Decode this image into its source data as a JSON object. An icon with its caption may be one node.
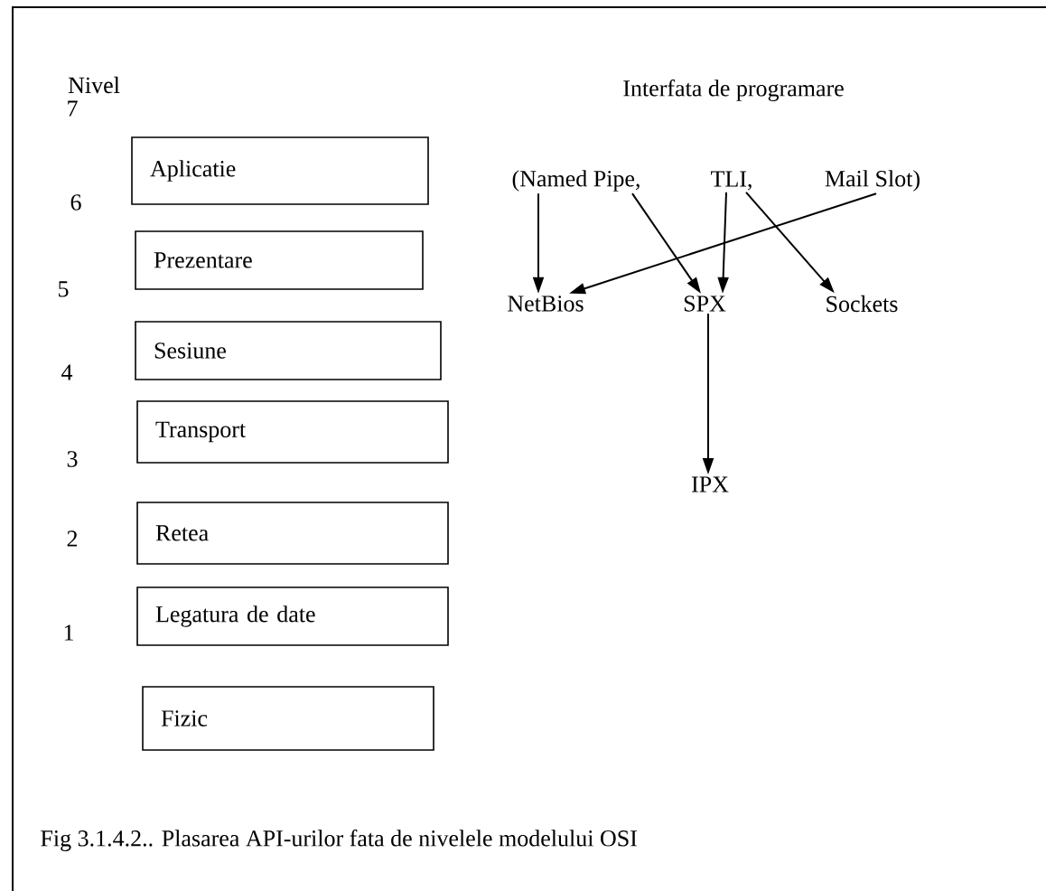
{
  "diagram": {
    "title": "Interfata de programare",
    "caption": "Fig 3.1.4.2.. Plasarea API-urilor fata de nivelele modelului OSI",
    "nodes": [
      {
        "text": [
          "Aplicatie"
        ],
        "beside": [
          "7"
        ]
      },
      {
        "text": [
          "Prezentare"
        ],
        "beside": [
          "6"
        ]
      },
      {
        "text": [
          "Sesiune"
        ],
        "beside": [
          "5"
        ]
      },
      {
        "text": [
          "Transport"
        ],
        "beside": [
          "4"
        ]
      },
      {
        "text": [
          "Retea"
        ],
        "beside": [
          "3"
        ]
      },
      {
        "text": [
          "Legatura de date"
        ],
        "beside": [
          "2"
        ]
      },
      {
        "text": [
          "Fizic"
        ],
        "beside": [
          "1"
        ]
      },
      {
        "text": [
          "(Named Pipe,"
        ]
      },
      {
        "text": [
          "TLI,"
        ]
      },
      {
        "text": [
          "Mail Slot)"
        ]
      },
      {
        "text": [
          "NetBios"
        ]
      },
      {
        "text": [
          "SPX"
        ]
      },
      {
        "text": [
          "Sockets"
        ]
      },
      {
        "text": [
          "IPX"
        ]
      }
    ],
    "edges": [
      {
        "from": 7,
        "to": 10,
        "arrow": "to"
      },
      {
        "from": 7,
        "to": 11,
        "arrow": "to"
      },
      {
        "from": 8,
        "to": 11,
        "arrow": "to"
      },
      {
        "from": 8,
        "to": 12,
        "arrow": "to"
      },
      {
        "from": 9,
        "to": 10,
        "arrow": "to"
      },
      {
        "from": 11,
        "to": 13,
        "arrow": "to"
      }
    ],
    "labels": [
      "Nivel"
    ]
  }
}
